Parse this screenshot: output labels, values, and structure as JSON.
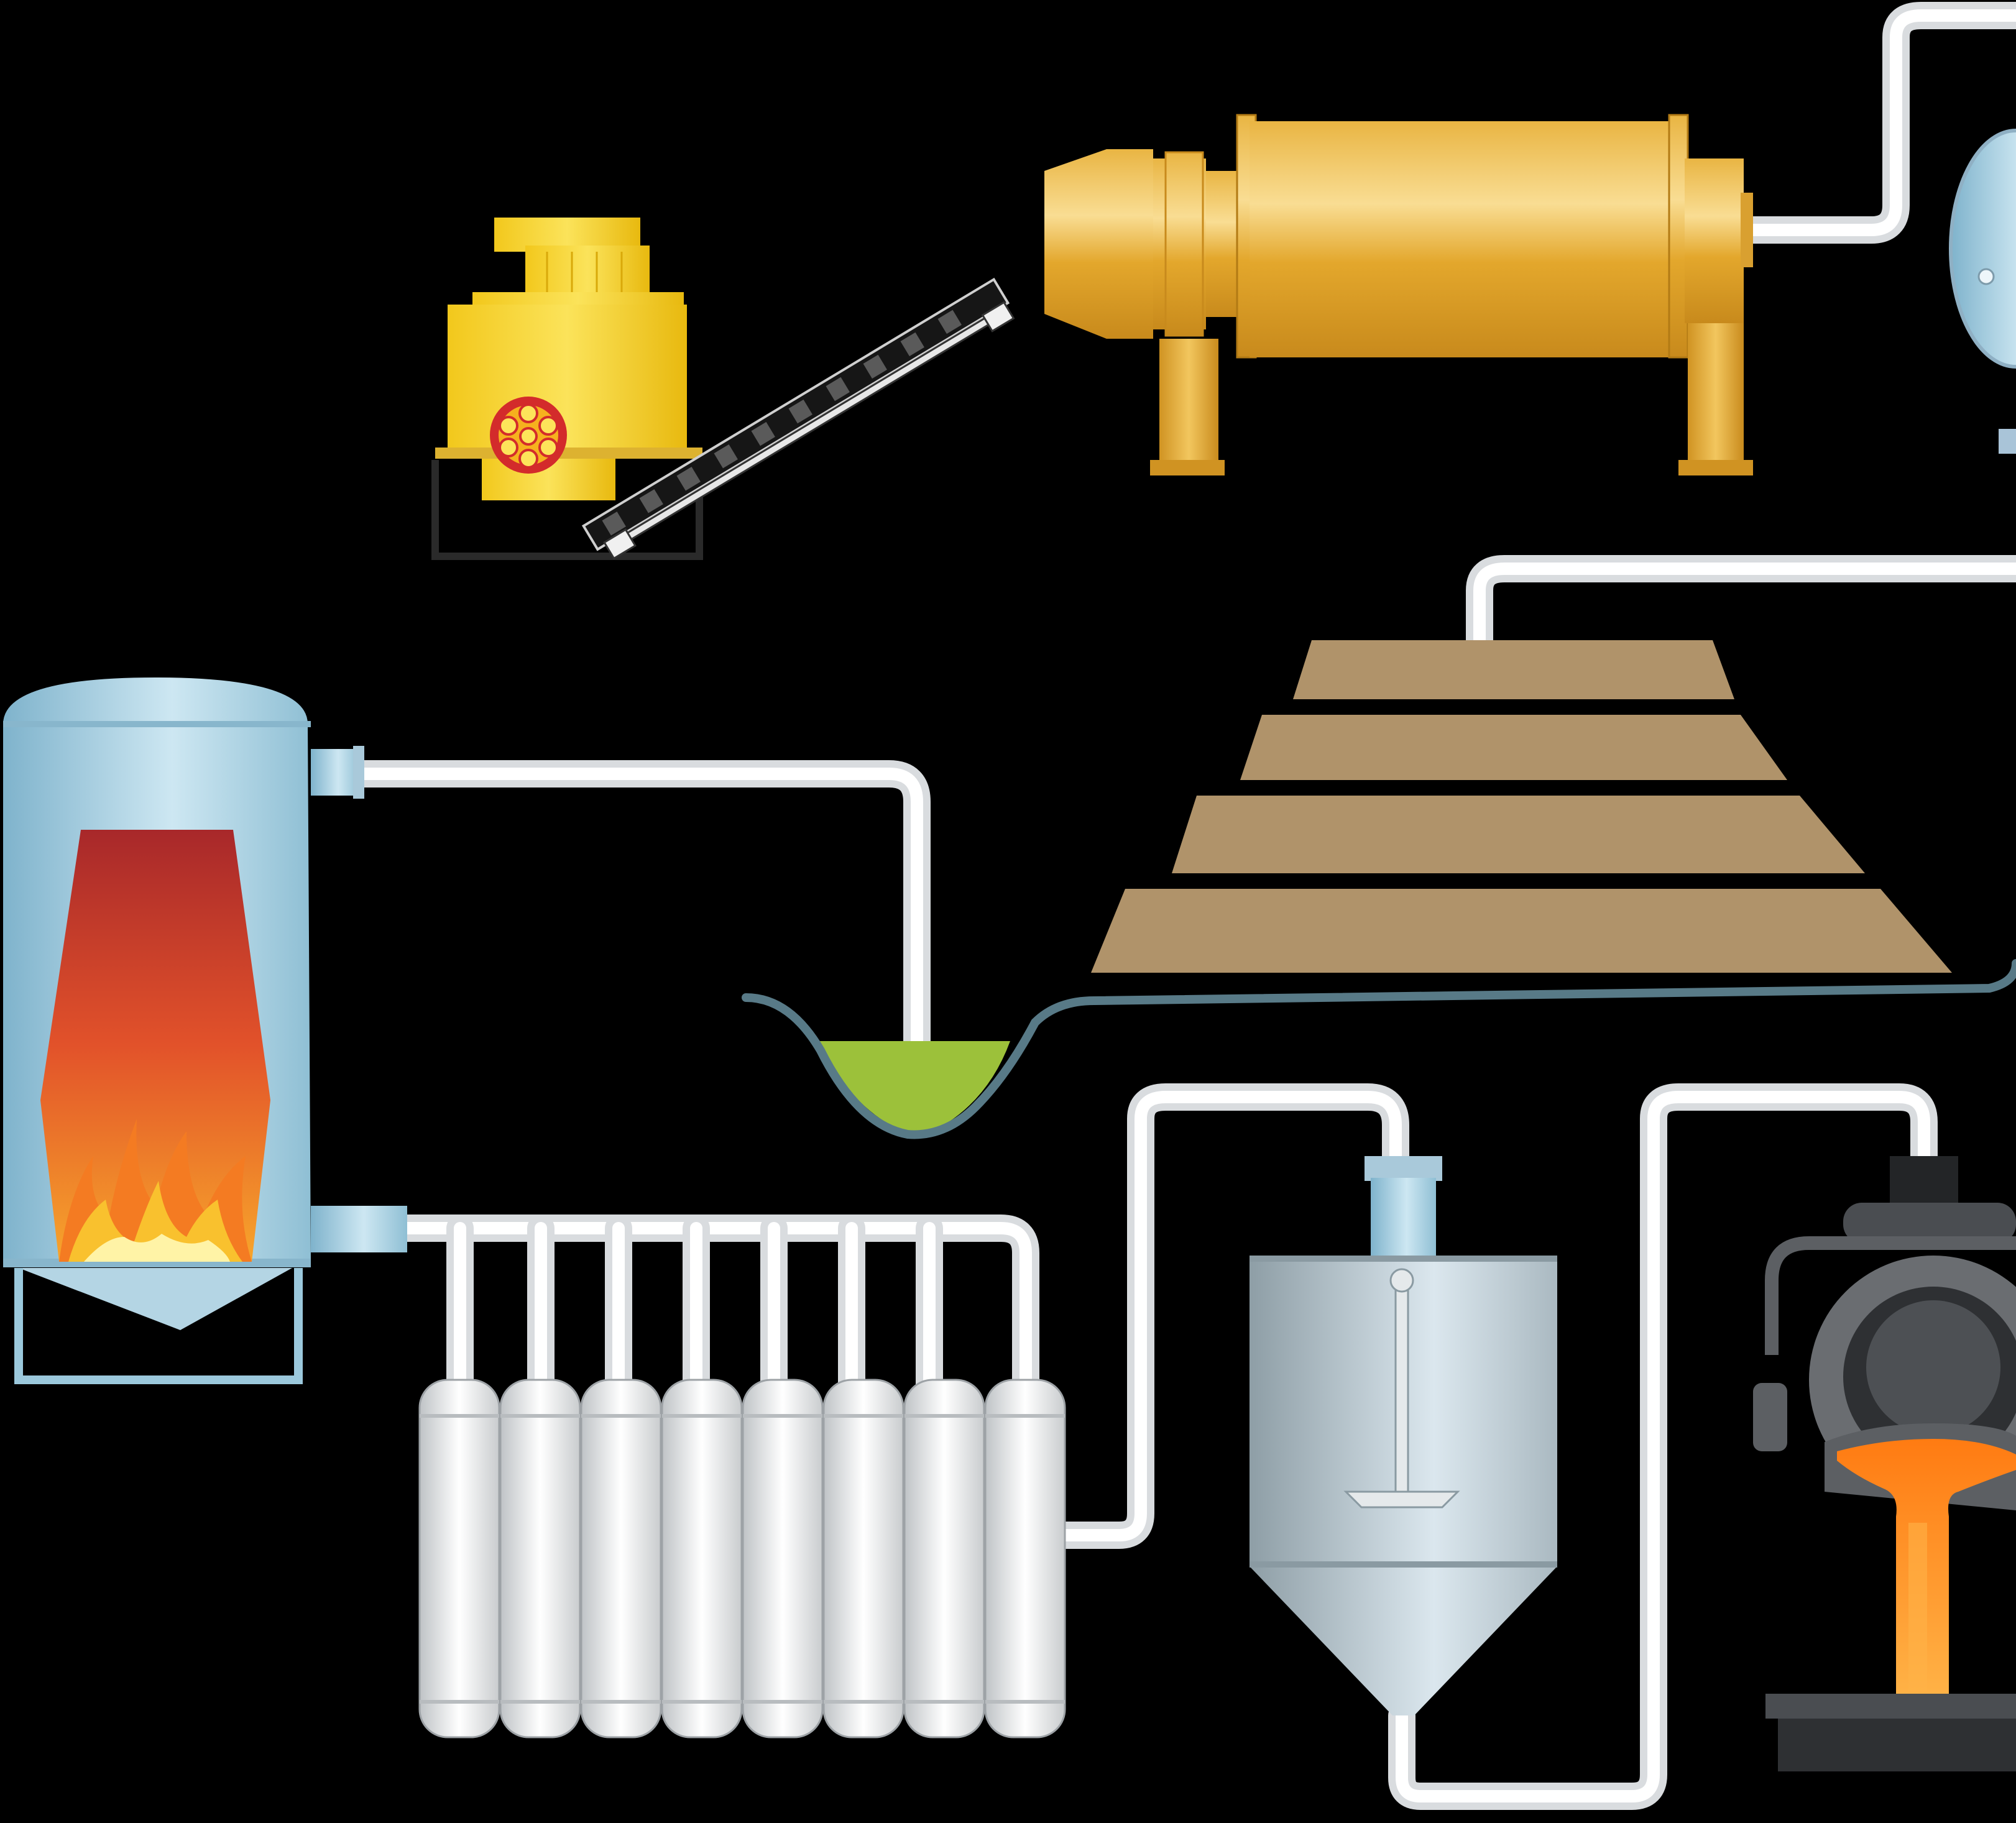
{
  "diagram": {
    "title": "",
    "background": "#000000",
    "equipment": [
      {
        "id": "crusher",
        "icon": "cone-crusher-icon",
        "color": "#f5d21c"
      },
      {
        "id": "conveyor",
        "icon": "inclined-conveyor-icon",
        "color": "#1a1a1a"
      },
      {
        "id": "ball-mill",
        "icon": "ball-mill-icon",
        "color": "#e3a72c"
      },
      {
        "id": "cyclone",
        "icon": "cyclone-separator-icon",
        "color": "#a9c4d8"
      },
      {
        "id": "heap",
        "icon": "heap-leach-pad-icon",
        "color": "#b0936a"
      },
      {
        "id": "pond",
        "icon": "solution-pond-icon",
        "color": "#9cc13a"
      },
      {
        "id": "furnace",
        "icon": "furnace-icon",
        "color": "#9bc8dc"
      },
      {
        "id": "columns",
        "icon": "adsorption-columns-icon",
        "color": "#e6e6e6"
      },
      {
        "id": "tank",
        "icon": "electrowinning-tank-icon",
        "color": "#b8c7cf"
      },
      {
        "id": "smelter",
        "icon": "smelting-ladle-icon",
        "color": "#5c5f63"
      }
    ],
    "colors": {
      "pipe": "#d9dcdf",
      "flame_outer": "#c0392b",
      "flame_inner": "#f5a623",
      "molten_metal": "#ff8a1e"
    }
  }
}
